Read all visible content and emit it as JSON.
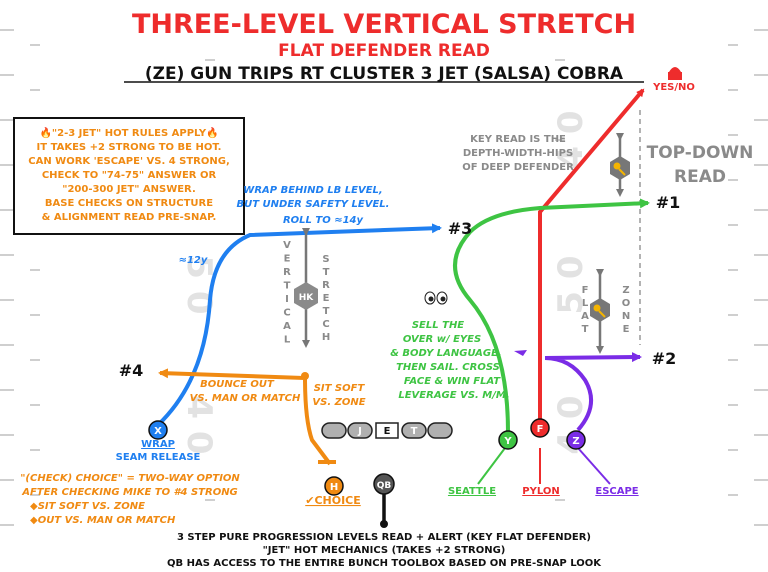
{
  "title": "THREE-LEVEL VERTICAL STRETCH",
  "subtitle": "FLAT DEFENDER READ",
  "play_name": "(ZE) GUN TRIPS RT CLUSTER 3 JET (SALSA) COBRA",
  "yes_no": "YES/NO",
  "hot_rules": [
    "🔥\"2-3 JET\" HOT RULES APPLY🔥",
    "IT TAKES +2 STRONG TO BE HOT.",
    "CAN WORK 'ESCAPE' VS. 4 STRONG,",
    "CHECK TO \"74-75\" ANSWER OR",
    "\"200-300 JET\" ANSWER.",
    "BASE CHECKS ON STRUCTURE",
    "& ALIGNMENT READ PRE-SNAP."
  ],
  "key_read": [
    "KEY READ IS THE",
    "DEPTH-WIDTH-HIPS",
    "OF DEEP DEFENDER"
  ],
  "top_down": [
    "TOP-DOWN",
    "READ"
  ],
  "wrap_note": [
    "WRAP BEHIND LB LEVEL,",
    "BUT UNDER SAFETY LEVEL."
  ],
  "roll_note": "ROLL TO ≈14y",
  "depth_12": "≈12y",
  "vertical_word": "VERTICAL",
  "stretch_word": "STRETCH",
  "flat_word": "FLAT",
  "zone_word": "ZONE",
  "sell_note": [
    "SELL THE",
    "OVER w/ EYES",
    "& BODY LANGUAGE,",
    "THEN SAIL. CROSS",
    "FACE & WIN FLAT",
    "LEVERAGE VS. M/M."
  ],
  "bounce_note": [
    "BOUNCE OUT",
    "VS. MAN OR MATCH"
  ],
  "sit_note": [
    "SIT SOFT",
    "VS. ZONE"
  ],
  "wrap_seam": [
    "WRAP",
    "SEAM RELEASE"
  ],
  "choice_note": [
    "\"(CHECK) CHOICE\" = TWO-WAY OPTION",
    "AFTER CHECKING MIKE TO #4 STRONG",
    "◆SIT SOFT VS. ZONE",
    "◆OUT VS. MAN OR MATCH"
  ],
  "choice_label": "✔CHOICE",
  "route_names": {
    "seattle": "SEATTLE",
    "pylon": "PYLON",
    "escape": "ESCAPE"
  },
  "numbers": {
    "n1": "#1",
    "n2": "#2",
    "n3": "#3",
    "n4": "#4"
  },
  "players": {
    "x": "X",
    "y": "Y",
    "f": "F",
    "z": "Z",
    "h": "H",
    "qb": "QB",
    "hk": "HK"
  },
  "line_letters": [
    "J",
    "E",
    "T"
  ],
  "footer": [
    "3 STEP PURE PROGRESSION LEVELS READ + ALERT (KEY FLAT DEFENDER)",
    "\"JET\" HOT MECHANICS (TAKES +2 STRONG)",
    "QB HAS ACCESS TO THE ENTIRE BUNCH TOOLBOX BASED ON PRE-SNAP LOOK"
  ],
  "field_numbers": {
    "left_top": "5 0",
    "left_bottom": "4 0",
    "right_top": "4 0",
    "right_mid": "5 0",
    "right_bottom": "4 0"
  },
  "colors": {
    "red": "#ee2c2c",
    "blue": "#1f7ff0",
    "green": "#3ec443",
    "orange": "#f08a12",
    "purple": "#7a2ce6",
    "gray": "#8a8a8a"
  }
}
